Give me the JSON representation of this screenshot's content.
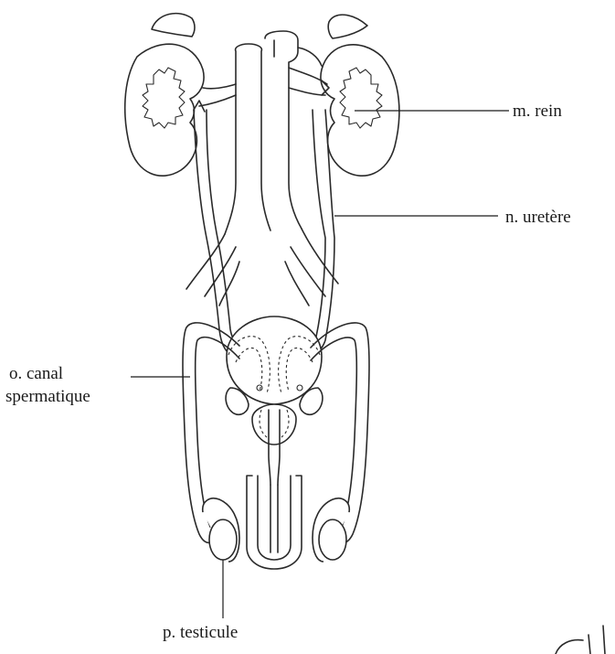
{
  "labels": {
    "m": "m. rein",
    "n": "n. uretère",
    "o_line1": "o. canal",
    "o_line2": "spermatique",
    "p": "p. testicule"
  }
}
